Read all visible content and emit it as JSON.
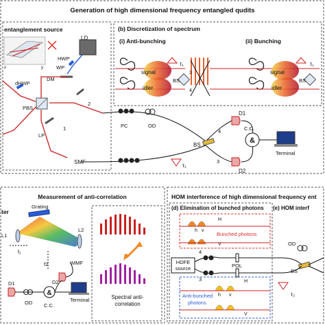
{
  "top": {
    "banner_title": "Generation of high dimensional frequency entangled qudits",
    "source_panel_title": "entanglement source",
    "discretization_title": "(b) Discretization of spectrum",
    "anti_bunching_title": "(i) Anti-bunching",
    "bunching_title": "(ii) Bunching",
    "labels": {
      "ld": "LD",
      "hwp": "HWP",
      "wp": "WP",
      "dhwp": "dHWP",
      "dm": "DM",
      "pbs": "PBS",
      "lp": "LP",
      "smf": "SMF",
      "pc": "PC",
      "od": "OD",
      "bs": "BS",
      "d1": "D1",
      "d2": "D2",
      "cc": "C.C.",
      "amp": "&",
      "terminal": "Terminal",
      "tau1": "τ₁",
      "port1": "1",
      "port2": "2",
      "port3": "3",
      "port4": "4",
      "axis_y": "y",
      "axis_x": "x",
      "signal": "signal",
      "idler": "idler"
    }
  },
  "bottom_left": {
    "title": "Measurement of anti-correlation",
    "fragment": "ter",
    "labels": {
      "grating": "Grating",
      "l1": "L1",
      "l2": "L2",
      "f1": "f₁",
      "f2": "f2",
      "mmf": "MMF",
      "d2": "D2",
      "d1": "D1",
      "od": "OD",
      "amp": "&",
      "cc": "C.C.",
      "terminal": "Terminal",
      "spectral_line1": "Spectral anti-",
      "spectral_line2": "correlation"
    }
  },
  "bottom_right": {
    "title": "HOM interference of high dimensional frequency ent",
    "panel_d_title": "(d) Elimination of bunched photons",
    "panel_e_title": "(e) HOM interf",
    "labels": {
      "bunched": "Bunched photons",
      "anti_bunched_1": "Anti-bunched",
      "anti_bunched_2": "photons",
      "h": "h",
      "v": "v",
      "H": "H",
      "V": "V",
      "hdfe_1": "HDFE",
      "hdfe_2": "source",
      "pol": "POL",
      "port4": "4",
      "port3": "3",
      "od": "OD",
      "bs": "BS",
      "tau2": "τ₂"
    }
  },
  "colors": {
    "laser_red": "#c8201e",
    "blue_accent": "#2a5bd7",
    "orange": "#f08a24",
    "magenta": "#a020a0"
  }
}
